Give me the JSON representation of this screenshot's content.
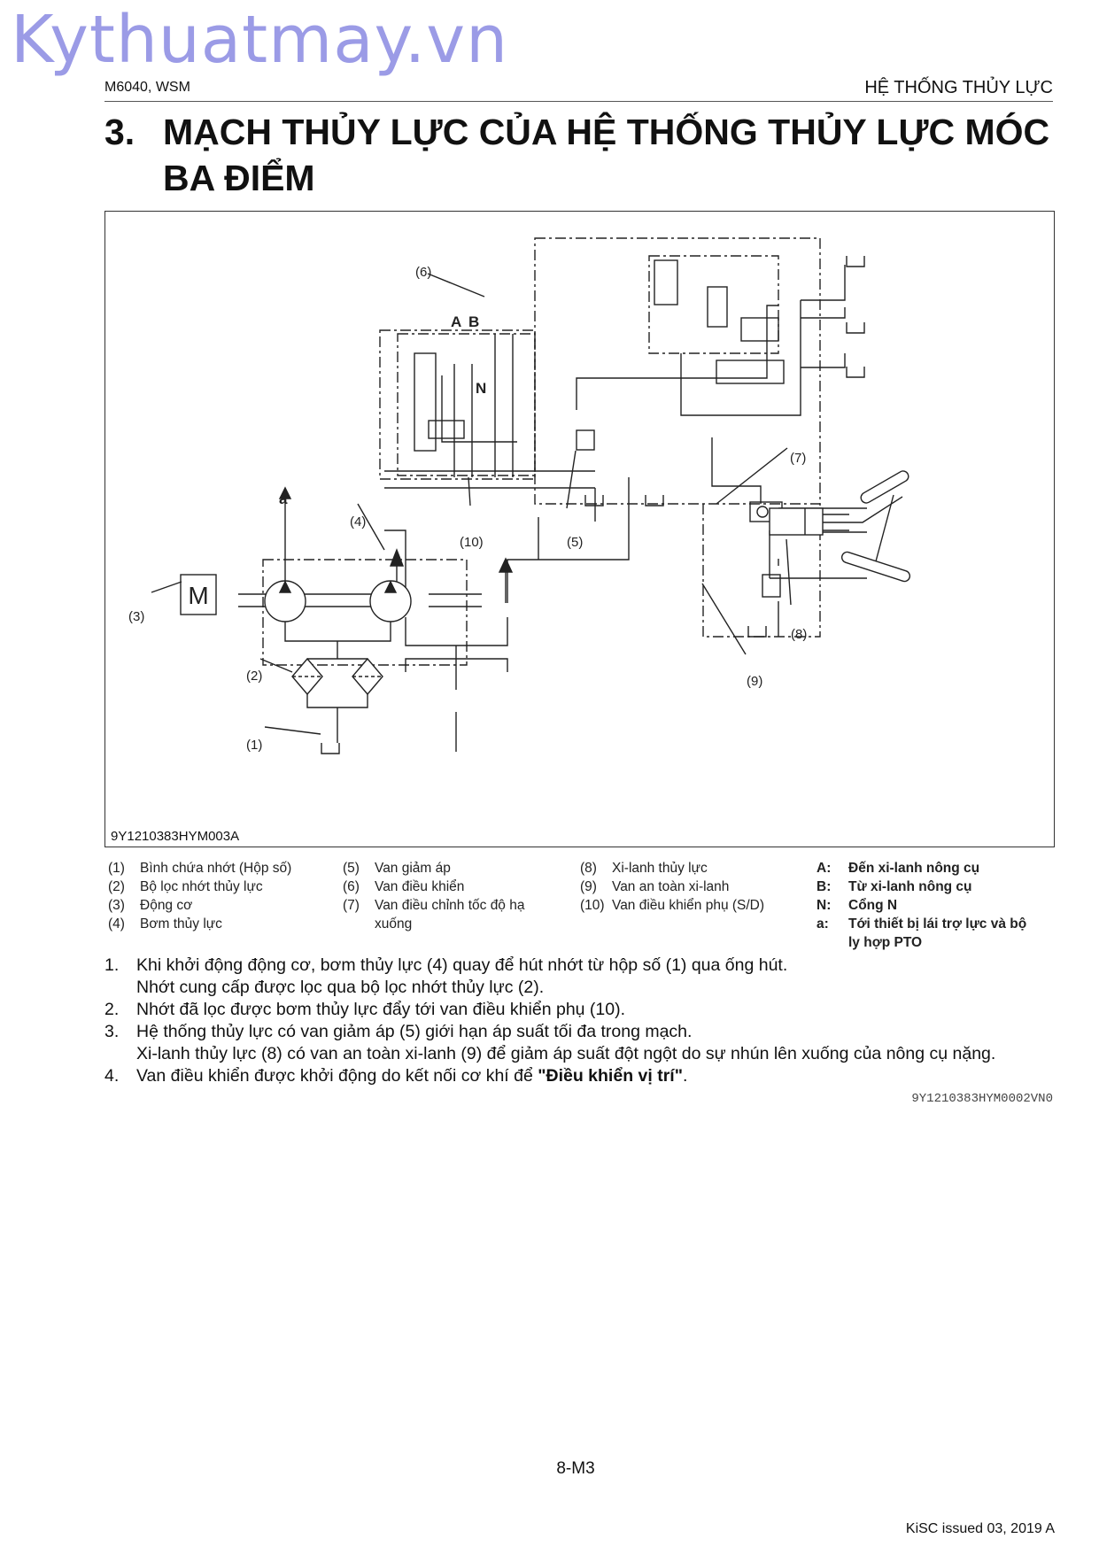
{
  "watermark": "Kythuatmay.vn",
  "header": {
    "left": "M6040, WSM",
    "right": "HỆ THỐNG THỦY LỰC"
  },
  "title": {
    "number": "3.",
    "text": "MẠCH THỦY LỰC CỦA HỆ THỐNG THỦY LỰC MÓC BA ĐIỂM"
  },
  "figure": {
    "id": "9Y1210383HYM003A",
    "labels": {
      "c1": "(1)",
      "c2": "(2)",
      "c3": "(3)",
      "c4": "(4)",
      "c5": "(5)",
      "c6": "(6)",
      "c7": "(7)",
      "c8": "(8)",
      "c9": "(9)",
      "c10": "(10)",
      "A": "A",
      "B": "B",
      "N": "N",
      "a": "a",
      "M": "M"
    }
  },
  "legend": {
    "col1": [
      {
        "k": "(1)",
        "v": "Bình chứa nhớt (Hộp số)"
      },
      {
        "k": "(2)",
        "v": "Bộ lọc nhớt thủy lực"
      },
      {
        "k": "(3)",
        "v": "Động cơ"
      },
      {
        "k": "(4)",
        "v": "Bơm thủy lực"
      }
    ],
    "col2": [
      {
        "k": "(5)",
        "v": "Van giảm áp"
      },
      {
        "k": "(6)",
        "v": "Van điều khiển"
      },
      {
        "k": "(7)",
        "v": "Van điều chỉnh tốc độ hạ xuống"
      }
    ],
    "col3": [
      {
        "k": "(8)",
        "v": "Xi-lanh thủy lực"
      },
      {
        "k": "(9)",
        "v": "Van an toàn xi-lanh"
      },
      {
        "k": "(10)",
        "v": "Van điều khiển phụ (S/D)"
      }
    ],
    "col4": [
      {
        "k": "A:",
        "v": "Đến xi-lanh nông cụ"
      },
      {
        "k": "B:",
        "v": "Từ xi-lanh nông cụ"
      },
      {
        "k": "N:",
        "v": "Cổng N"
      },
      {
        "k": "a:",
        "v": "Tới thiết bị lái trợ lực và bộ ly hợp PTO"
      }
    ]
  },
  "steps": {
    "s1": {
      "n": "1.",
      "line1": "Khi khởi động động cơ, bơm thủy lực (4) quay để hút nhớt từ hộp số (1) qua ống hút.",
      "line2": "Nhớt cung cấp được lọc qua bộ lọc nhớt thủy lực (2)."
    },
    "s2": {
      "n": "2.",
      "line1": "Nhớt đã lọc được bơm thủy lực đẩy tới van điều khiển phụ (10)."
    },
    "s3": {
      "n": "3.",
      "line1": "Hệ thống thủy lực có van giảm áp (5) giới hạn áp suất tối đa trong mạch.",
      "line2": "Xi-lanh thủy lực (8) có van an toàn xi-lanh (9) để giảm áp suất đột ngột do sự nhún lên xuống của nông cụ nặng."
    },
    "s4": {
      "n": "4.",
      "pre": "Van điều khiển được khởi động do kết nối cơ khí để ",
      "bold": "\"Điều khiển vị trí\"",
      "post": "."
    }
  },
  "ref_code": "9Y1210383HYM0002VN0",
  "page_number": "8-M3",
  "issued": "KiSC issued 03, 2019 A"
}
